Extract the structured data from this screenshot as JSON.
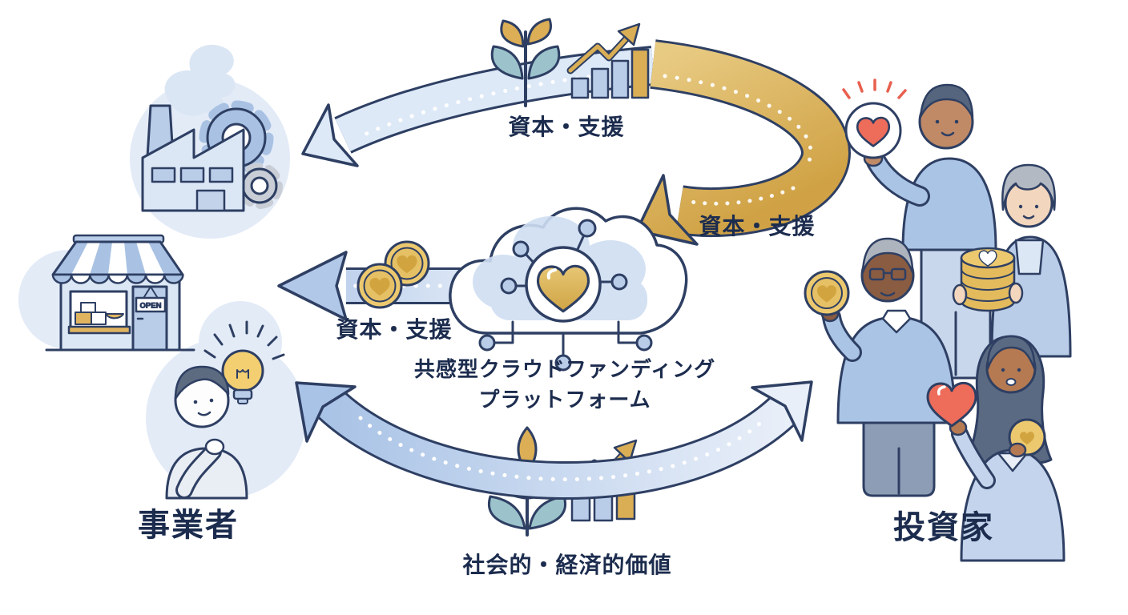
{
  "illustration": {
    "actors": {
      "business_label": "事業者",
      "investor_label": "投資家"
    },
    "platform": {
      "label_line1": "共感型クラウドファンディング",
      "label_line2": "プラットフォーム"
    },
    "flows": [
      {
        "label": "資本・支援",
        "from": "platform",
        "to": "business",
        "color": "blue",
        "position": "top"
      },
      {
        "label": "資本・支援",
        "from": "investors",
        "to": "platform",
        "color": "gold",
        "position": "right"
      },
      {
        "label": "資本・支援",
        "from": "platform",
        "to": "business",
        "color": "blue",
        "position": "middle"
      },
      {
        "label": "社会的・経済的価値",
        "from": "business",
        "to": "investors",
        "color": "blue",
        "position": "bottom"
      }
    ],
    "shop": {
      "sign": "OPEN"
    },
    "icons": {
      "factory": "factory-icon",
      "gears": "gear-icon",
      "storefront": "storefront-icon",
      "thinking_person": "thinking-person-icon",
      "lightbulb": "lightbulb-icon",
      "sprout": "growth-plant-icon",
      "growth_chart": "rising-bar-chart-icon",
      "cloud": "cloud-network-icon",
      "platform_heart": "gold-heart-icon",
      "heart_coin": "heart-coin-icon",
      "coin_stack": "coin-stack-icon",
      "heart_badge": "heart-badge-icon",
      "red_heart": "red-heart-icon"
    },
    "colors": {
      "text": "#1c2c4e",
      "outline": "#2e3f63",
      "blue_band": "#b7cbe9",
      "light_blue": "#dce7f5",
      "pale_blob": "#e3ebf7",
      "gold": "#d9ae55",
      "gold_light": "#ecc96f",
      "teal": "#9cc3cb",
      "red": "#ee6c5a"
    }
  }
}
